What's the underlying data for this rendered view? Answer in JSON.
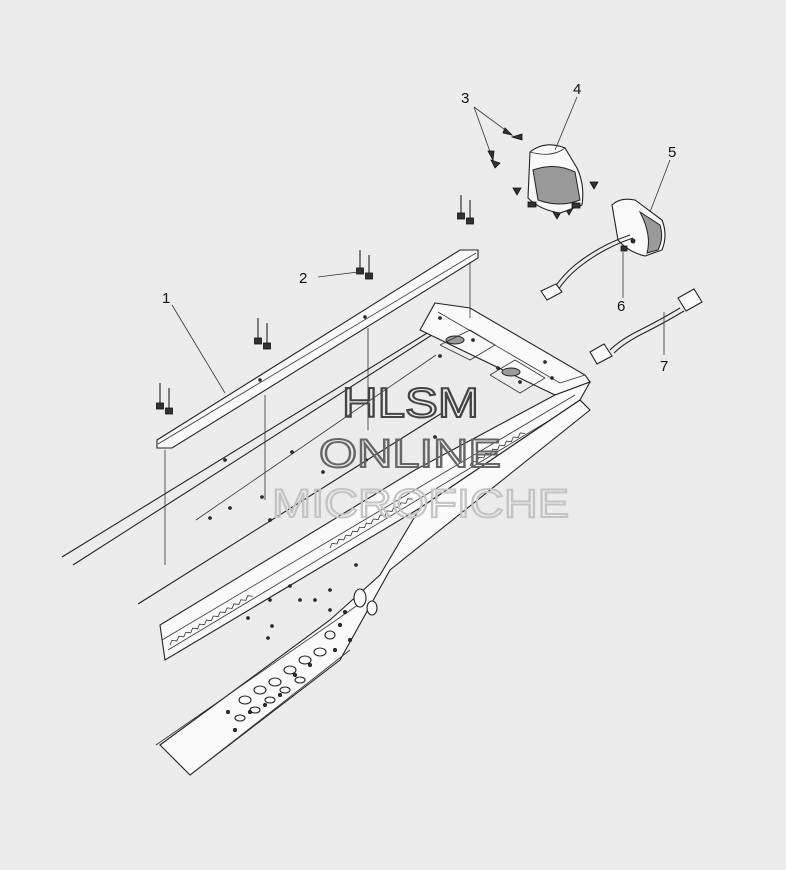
{
  "callouts": {
    "c1": "1",
    "c2": "2",
    "c3": "3",
    "c4": "4",
    "c5": "5",
    "c6": "6",
    "c7": "7"
  },
  "watermark": {
    "line1": "HLSM",
    "line2": "ONLINE",
    "line3": "MICROFICHE"
  },
  "colors": {
    "background": "#ececec",
    "linework": "#222222",
    "watermark_dark": "#444444",
    "watermark_light": "#c4c4c4"
  }
}
